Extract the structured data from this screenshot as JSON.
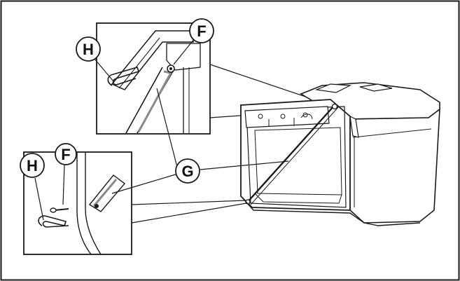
{
  "callouts": {
    "top_h": "H",
    "top_f": "F",
    "bottom_h": "H",
    "bottom_f": "F",
    "g": "G"
  },
  "colors": {
    "line": "#1a1a1a",
    "shade": "#8a8a8a",
    "background": "#ffffff"
  }
}
